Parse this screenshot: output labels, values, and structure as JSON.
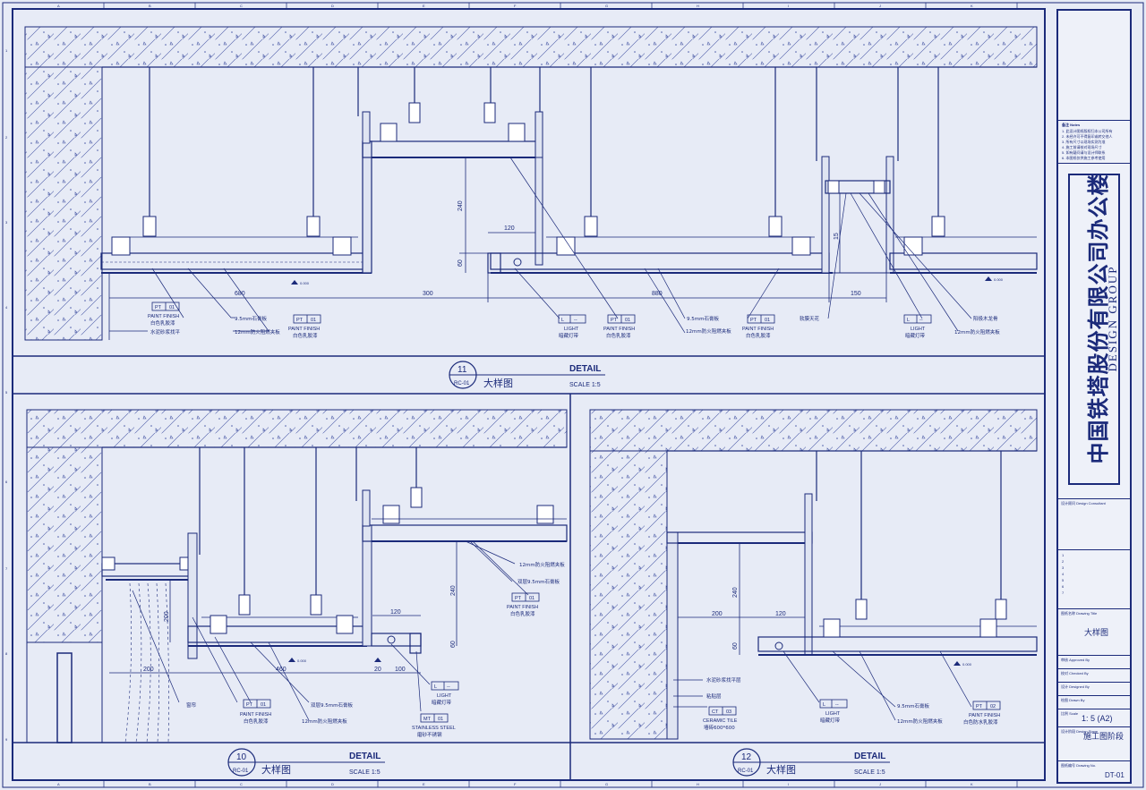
{
  "grid_cols": [
    "A",
    "B",
    "C",
    "D",
    "E",
    "F",
    "G",
    "H",
    "I",
    "J",
    "K"
  ],
  "grid_rows": [
    "1",
    "2",
    "3",
    "4",
    "5",
    "6",
    "7",
    "8",
    "9"
  ],
  "detail_top": {
    "number": "11",
    "ref": "RC-01",
    "title_en": "DETAIL",
    "title_cn": "大样图",
    "scale": "SCALE 1:5",
    "dims": [
      "680",
      "300",
      "880",
      "150",
      "240",
      "120",
      "60",
      "15"
    ],
    "notes": {
      "board95": "9.5mm石膏板",
      "ply12": "12mm防火阻燃夹板",
      "plaster": "水泥砂浆找平",
      "light_cn": "暗藏灯带",
      "light_en": "LIGHT",
      "paint_en": "PAINT FINISH",
      "paint_cn": "白色乳胶漆",
      "ac": "软膜天花",
      "wood": "阳极木龙骨",
      "tag_pt": "PT",
      "tag_pt_no": "01",
      "tag_l": "L",
      "tag_l_no": "--",
      "level": "0.000"
    }
  },
  "detail_left": {
    "number": "10",
    "ref": "RC-01",
    "title_en": "DETAIL",
    "title_cn": "大样图",
    "scale": "SCALE 1:5",
    "dims": [
      "200",
      "460",
      "240",
      "200",
      "60",
      "120",
      "100",
      "20"
    ],
    "notes": {
      "ply12": "12mm防火阻燃夹板",
      "double95": "双层9.5mm石膏板",
      "paint_en": "PAINT FINISH",
      "paint_cn": "白色乳胶漆",
      "light_en": "LIGHT",
      "light_cn": "暗藏灯带",
      "curtain": "窗帘",
      "ss_en": "STAINLESS STEEL",
      "ss_cn": "磨砂不锈钢",
      "tag_mt": "MT",
      "tag_mt_no": "01"
    }
  },
  "detail_right": {
    "number": "12",
    "ref": "RC-01",
    "title_en": "DETAIL",
    "title_cn": "大样图",
    "scale": "SCALE 1:5",
    "dims": [
      "200",
      "120",
      "240",
      "60"
    ],
    "notes": {
      "plaster": "水泥砂浆找平层",
      "bond": "粘贴层",
      "tile_en": "CERAMIC TILE",
      "tile_cn": "墙砖600*600",
      "tag_ct": "CT",
      "tag_ct_no": "03",
      "light_en": "LIGHT",
      "light_cn": "暗藏灯带",
      "board95": "9.5mm石膏板",
      "ply12": "12mm防火阻燃夹板",
      "paint_en": "PAINT FINISH",
      "paint_cn": "白色防水乳胶漆",
      "tag_pt_no": "02"
    }
  },
  "title_block": {
    "notes_heading": "备注 Notes",
    "notes_lines": [
      "1. 此设计图纸版权归本公司所有",
      "2. 未经许可不得复印或转交他人",
      "3. 所有尺寸以现场实测为准",
      "4. 施工前请核对现场尺寸",
      "5. 如有疑问请与设计师联系",
      "6. 本图纸仅供施工参考使用"
    ],
    "company_cn": "中国铁塔股份有限公司办公楼",
    "company_en": "DESIGN GROUP",
    "design_consultant": "设计顾问 Design Consultant",
    "revisions": [
      "1",
      "2",
      "3",
      "4",
      "5",
      "6",
      "7"
    ],
    "drawing_title_label": "图纸名称 Drawing Title",
    "drawing_title": "大样图",
    "approved_label": "审核 Approved By",
    "checked_label": "校对 Checked By",
    "designed_label": "设计 Designed By",
    "drawn_label": "绘图 Drawn By",
    "scale_label": "比例 Scale",
    "scale_value": "1: 5 (A2)",
    "stage_label": "设计阶段 Design Stage",
    "stage_value": "施工图阶段",
    "drawing_no_label": "图纸编号 Drawing No.",
    "drawing_no": "DT-01"
  }
}
